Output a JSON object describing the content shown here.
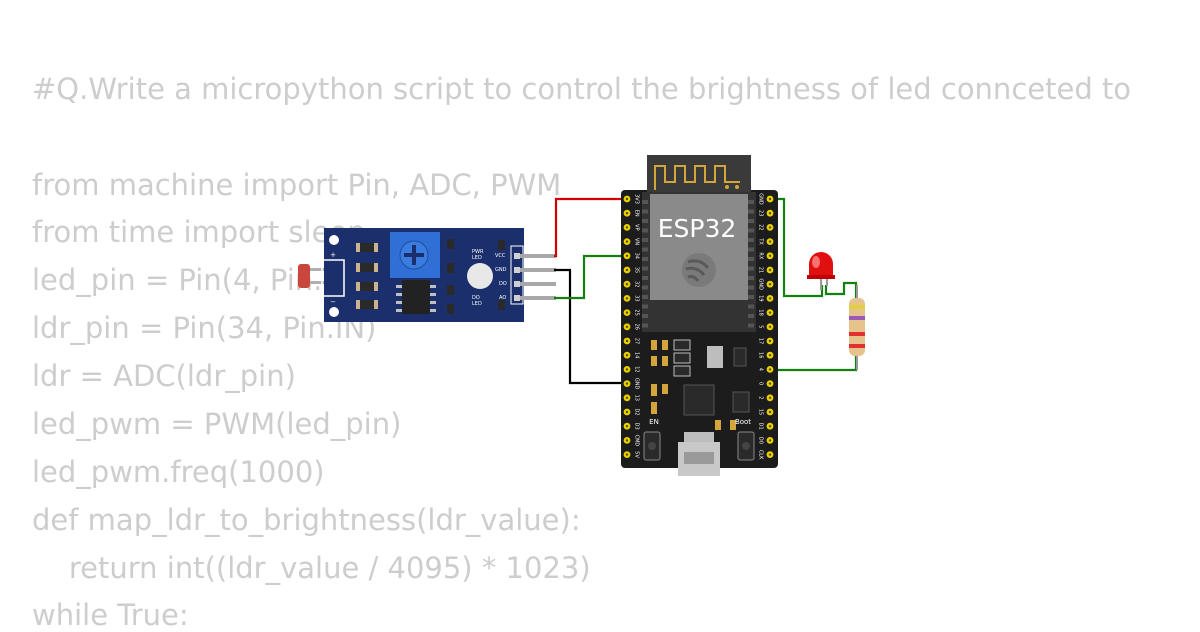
{
  "code_lines": [
    "#Q.Write a micropython script to control the brightness of led connceted to",
    "",
    "from machine import Pin, ADC, PWM",
    "from time import sleep",
    "led_pin = Pin(4, Pin.OUT)",
    "ldr_pin = Pin(34, Pin.IN)",
    "ldr = ADC(ldr_pin)",
    "led_pwm = PWM(led_pin)",
    "led_pwm.freq(1000)",
    "def map_ldr_to_brightness(ldr_value):",
    "    return int((ldr_value / 4095) * 1023)",
    "while True:"
  ],
  "esp32": {
    "title": "ESP32",
    "left_pins": [
      "3V3",
      "EN",
      "VP",
      "VN",
      "34",
      "35",
      "32",
      "33",
      "25",
      "26",
      "27",
      "14",
      "12",
      "GND",
      "13",
      "D2",
      "D3",
      "CMD",
      "5V"
    ],
    "right_pins": [
      "GND",
      "23",
      "22",
      "TX",
      "RX",
      "21",
      "GND",
      "19",
      "18",
      "5",
      "17",
      "16",
      "4",
      "0",
      "2",
      "15",
      "D1",
      "D0",
      "CLK"
    ],
    "en_label": "EN",
    "boot_label": "Boot"
  },
  "ldr_module": {
    "pins": [
      "VCC",
      "GND",
      "DO",
      "AO"
    ],
    "pwr_led_label": [
      "PWR",
      "LED"
    ],
    "do_led_label": [
      "DO",
      "LED"
    ],
    "plus": "+",
    "minus": "−"
  },
  "colors": {
    "vcc_wire": "#d40000",
    "gnd_wire": "#000000",
    "signal_wire": "#13800f",
    "board": "#1c1c1c",
    "module": "#1a2f6b",
    "led": "#e01010"
  }
}
